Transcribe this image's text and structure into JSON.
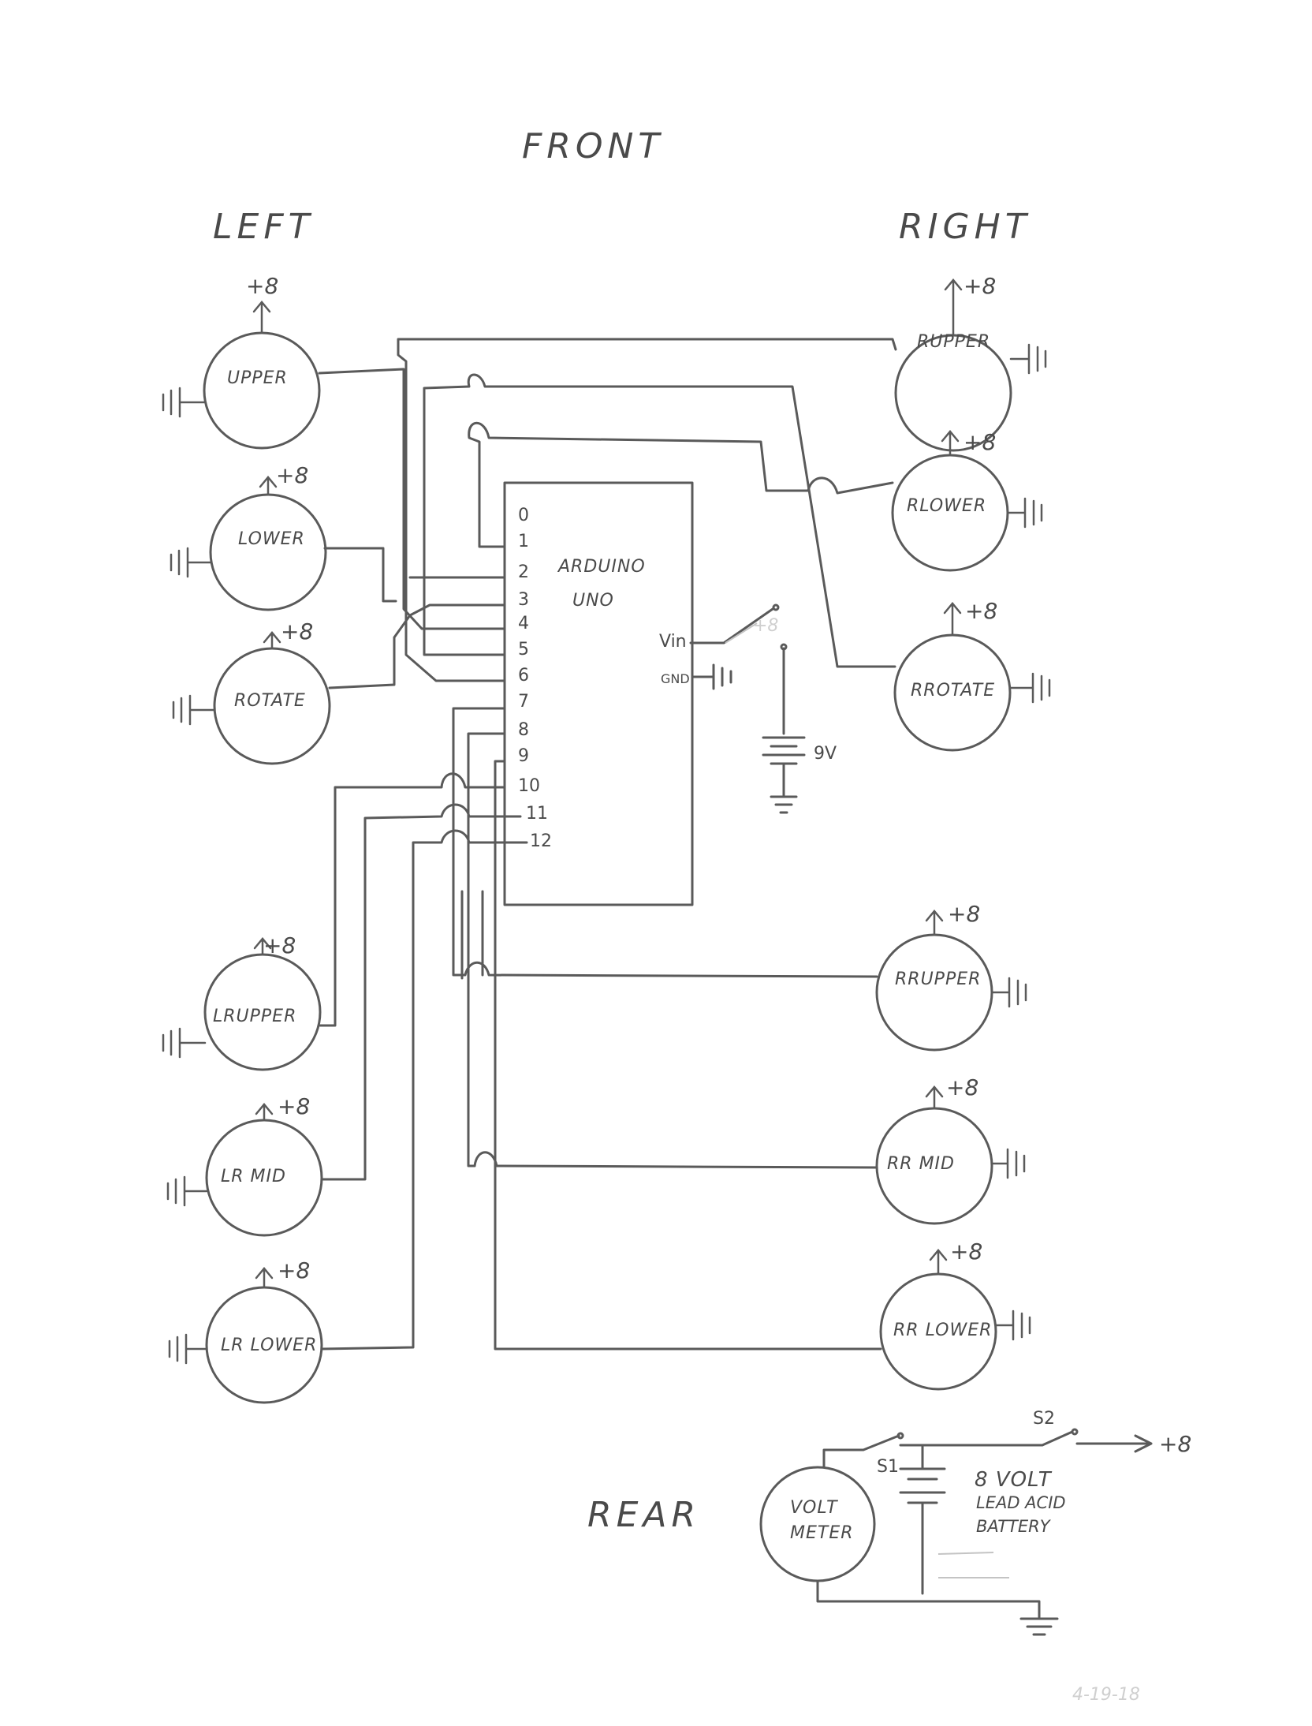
{
  "diagram": {
    "headers": {
      "front": "FRONT",
      "left": "LEFT",
      "right": "RIGHT",
      "rear": "REAR"
    },
    "power_label": "+8",
    "left_servos": [
      {
        "label": "UPPER"
      },
      {
        "label": "LOWER"
      },
      {
        "label": "ROTATE"
      },
      {
        "label": "LRUPPER"
      },
      {
        "label": "LR MID"
      },
      {
        "label": "LR LOWER"
      }
    ],
    "right_servos": [
      {
        "label": "RUPPER"
      },
      {
        "label": "RLOWER"
      },
      {
        "label": "RROTATE"
      },
      {
        "label": "RRUPPER"
      },
      {
        "label": "RR MID"
      },
      {
        "label": "RR LOWER"
      }
    ],
    "arduino": {
      "line1": "ARDUINO",
      "line2": "UNO",
      "pins": [
        "0",
        "1",
        "2",
        "3",
        "4",
        "5",
        "6",
        "7",
        "8",
        "9",
        "10",
        "11",
        "12"
      ],
      "vin_label": "Vin",
      "gnd_label": "GND",
      "vin_switch_label": "+8"
    },
    "battery_9v": "9V",
    "rear_supply": {
      "s1_label": "S1",
      "s2_label": "S2",
      "output_label": "+8",
      "battery_line1": "8 VOLT",
      "battery_line2": "LEAD ACID",
      "battery_line3": "BATTERY",
      "meter_line1": "VOLT",
      "meter_line2": "METER"
    },
    "date": "4-19-18"
  },
  "colors": {
    "ink": "#5a5a5a",
    "paper": "#ffffff"
  }
}
